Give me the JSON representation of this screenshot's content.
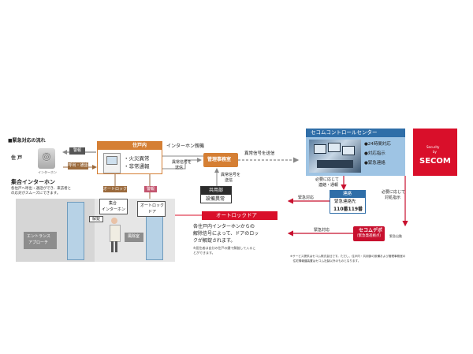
{
  "flow_title": "■緊急対応の流れ",
  "dwelling": {
    "label": "住 戸",
    "intercom_tag": "インターホン",
    "alarm_tag": "警報",
    "call_tag": "呼出・通話",
    "system_title": "集合インターホン",
    "system_desc_1": "各住戸へ呼出・通話ができ、来訪者と",
    "system_desc_2": "の応対がスムーズにできます。"
  },
  "unit_panel": {
    "header": "住戸内",
    "item_1": "・火災異常",
    "item_2": "・非常通報",
    "autolock_tag": "オートロック",
    "alarm_tag": "警報"
  },
  "entrance": {
    "approach_line_1": "エントランス",
    "approach_line_2": "アプローチ",
    "wind_room": "風除室",
    "unlock_tag": "解錠",
    "intercom_panel_1": "集合",
    "intercom_panel_2": "インターホン",
    "autolock_door_1": "オートロック",
    "autolock_door_2": "ドア"
  },
  "intercom_network": "インターホン親機",
  "abnormal_signal": {
    "line_1": "異常信号を",
    "line_2": "送信"
  },
  "management_office": "管理事務室",
  "common_area": {
    "line_1": "異常信号を",
    "line_2": "送信",
    "header": "共用部",
    "label": "設備異常"
  },
  "send_signal": "異常信号を送信",
  "control_center": {
    "header": "セコムコントロールセンター",
    "item_1": "●24時間対応",
    "item_2": "●対応指示",
    "item_3": "●緊急連絡",
    "report_1": "必要に応じて",
    "report_2": "連絡・通報"
  },
  "contact": {
    "header": "連絡",
    "line_1": "緊急連絡先",
    "line_2": "110番119番"
  },
  "emergency_response": "緊急対応",
  "dispatch_instruction": {
    "line_1": "必要に応じて",
    "line_2": "対処指示"
  },
  "secom_depot": {
    "line_1": "セコムデポ",
    "line_2": "（緊急発進拠点）"
  },
  "emergency_response_2": "緊急対応",
  "dispatch_note": "緊急出動",
  "autolock_banner": "オートロックドア",
  "autolock_desc": {
    "line_1": "各住戸内インターホンからの",
    "line_2": "解除信号によって、ドアのロッ",
    "line_3": "クが解錠されます。",
    "note_1": "※居住者は自分の住戸の鍵で解錠して入るこ",
    "note_2": "とができます。"
  },
  "service_note": {
    "line_1": "※サービス提供はセコム株式会社です。ただし、住戸内・共用部の設備および管理事務室の",
    "line_2": "　住宅情報盤装置はセコム社製以外のものとなります。"
  },
  "logo": {
    "top_1": "Security",
    "top_2": "by",
    "brand": "SECOM"
  },
  "colors": {
    "orange": "#d57f34",
    "pink": "#c3546e",
    "red": "#d90f2a",
    "blue": "#2f6ea8",
    "light_blue": "#9ec4e4",
    "gray_arrow": "#888888"
  }
}
